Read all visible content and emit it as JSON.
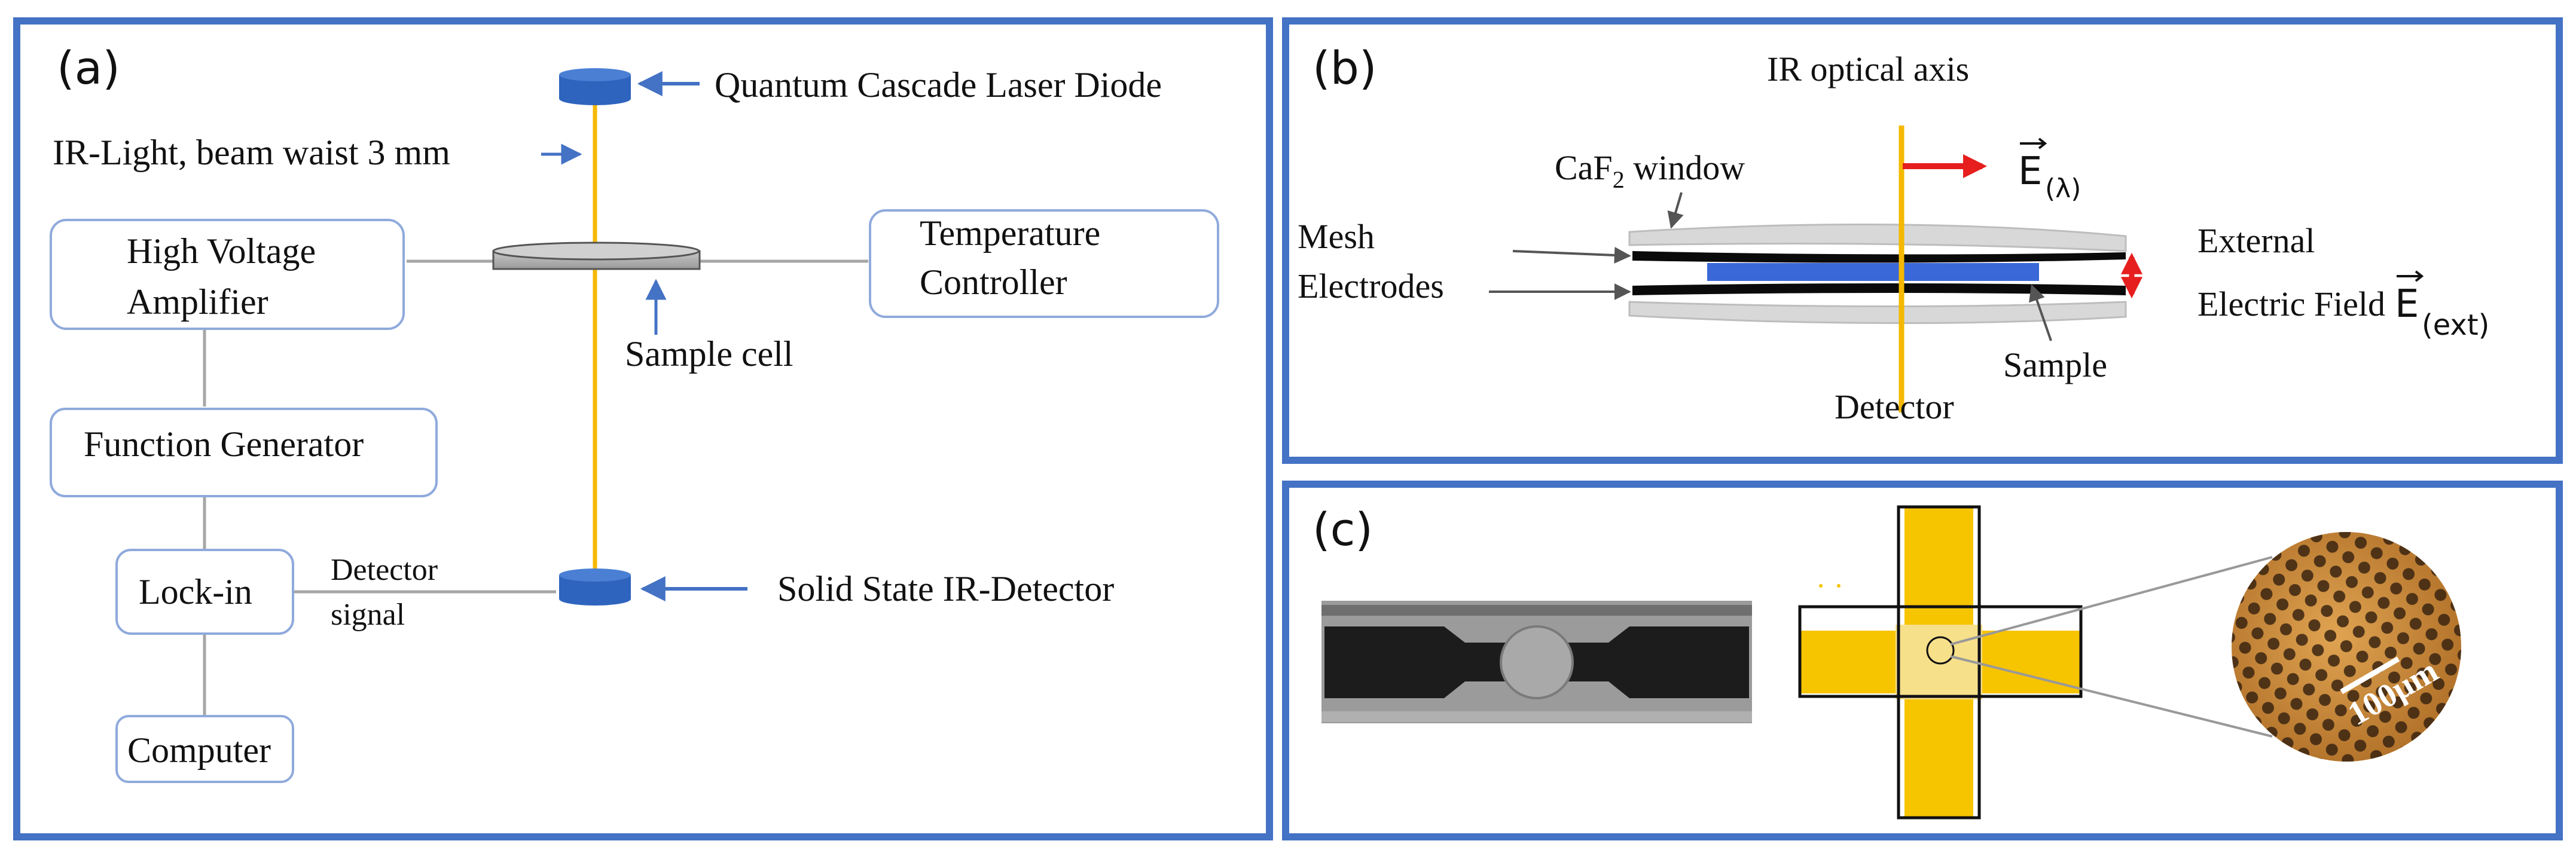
{
  "panel_a": {
    "tag": "(a)",
    "laser_label": "Quantum Cascade Laser Diode",
    "light_label": "IR-Light, beam waist 3 mm",
    "hv_amp_line1": "High Voltage",
    "hv_amp_line2": "Amplifier",
    "temp_line1": "Temperature",
    "temp_line2": "Controller",
    "sample_cell_label": "Sample cell",
    "function_generator": "Function Generator",
    "lockin": "Lock-in",
    "detector_signal_line1": "Detector",
    "detector_signal_line2": "signal",
    "detector_label": "Solid State IR-Detector",
    "computer": "Computer"
  },
  "panel_b": {
    "tag": "(b)",
    "optical_axis": "IR optical axis",
    "window_label_pre": "CaF",
    "window_label_sub": "2",
    "window_label_post": " window",
    "field_lambda_E": "E",
    "field_lambda_sub": "(λ)",
    "mesh_line1": "Mesh",
    "mesh_line2": "Electrodes",
    "external_line1": "External",
    "external_line2": "Electric Field",
    "field_ext_E": "E",
    "field_ext_sub": "(ext)",
    "sample": "Sample",
    "detector": "Detector"
  },
  "panel_c": {
    "tag": "(c)",
    "scale_bar": "100μm"
  },
  "colors": {
    "frame": "#4472c4",
    "box_border": "#8faadc",
    "beam": "#f5b800",
    "device": "#2e64be",
    "arrow": "#4472c4",
    "field_arrow": "#e61e1e",
    "electrode_gold": "#f7c400",
    "mesh_bg": "#c88a3a"
  }
}
